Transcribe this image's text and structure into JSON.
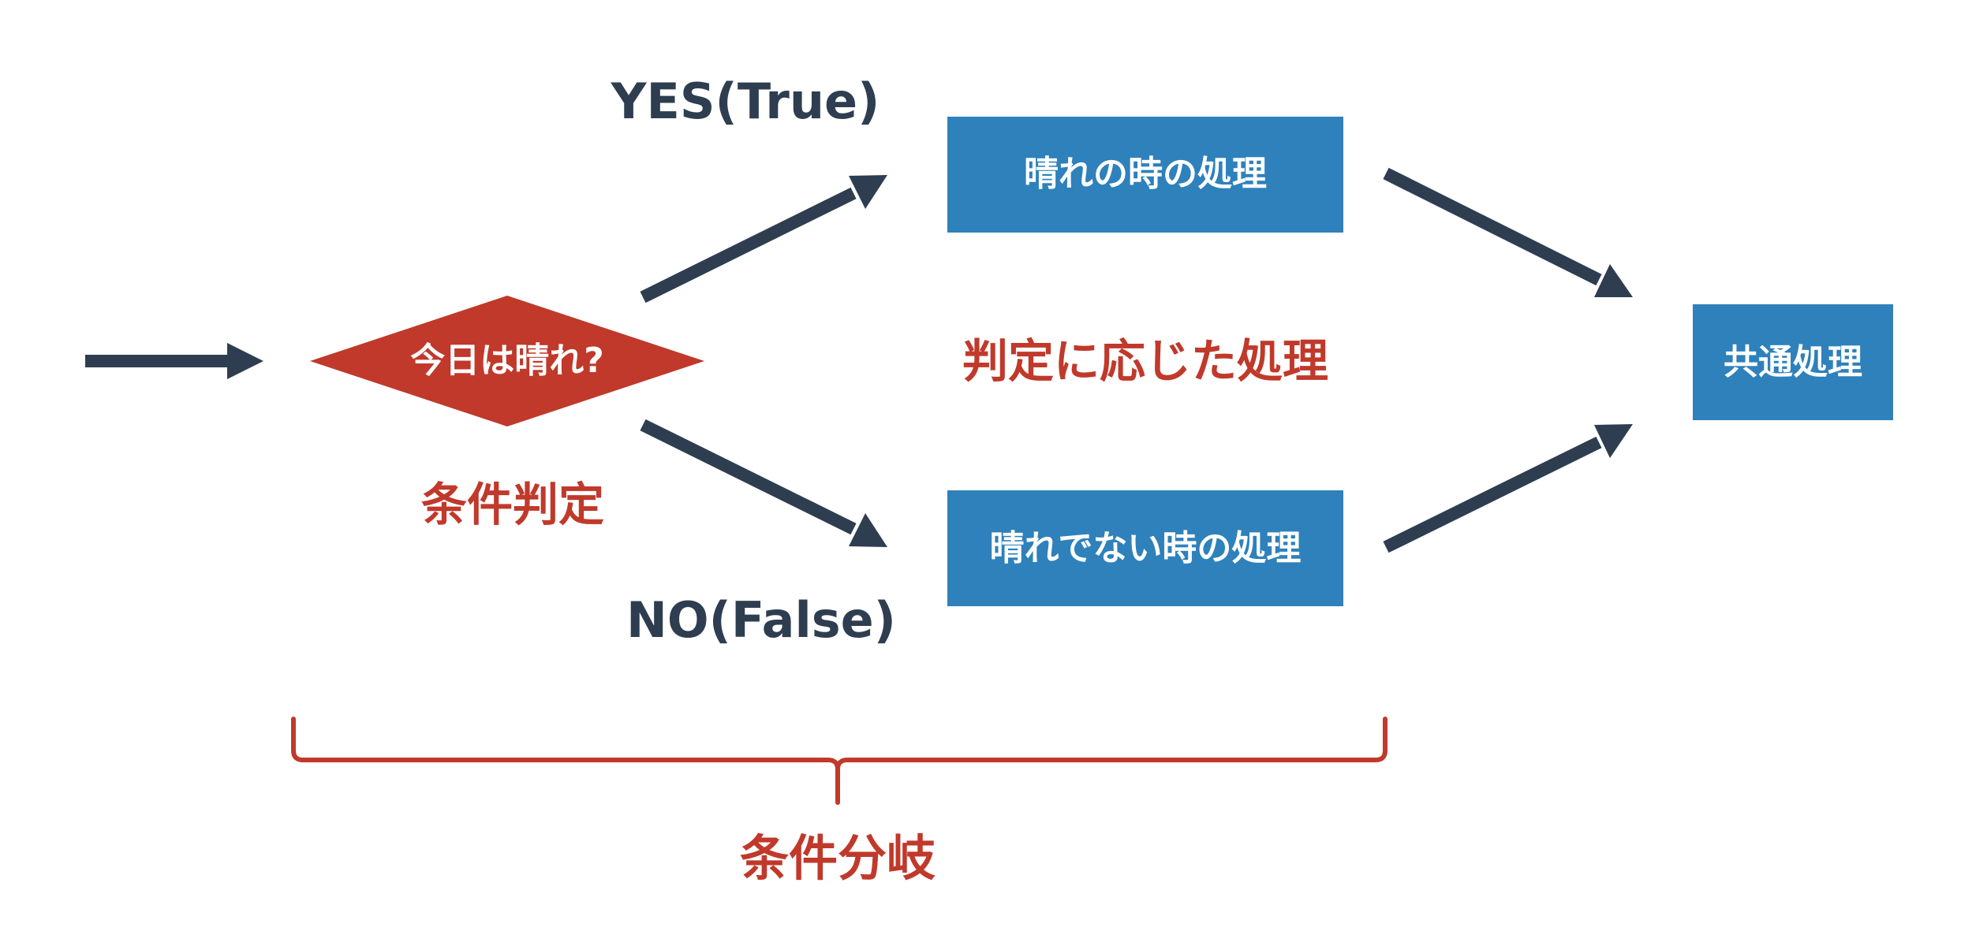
{
  "colors": {
    "arrow": "#2e3e50",
    "accent_red": "#c0392b",
    "box_blue": "#2e81bb",
    "label_dark": "#2e3e50",
    "box_text": "#ffffff"
  },
  "decision": {
    "label": "今日は晴れ?",
    "caption": "条件判定"
  },
  "branches": {
    "yes_label": "YES(True)",
    "no_label": "NO(False)"
  },
  "boxes": {
    "sunny": "晴れの時の処理",
    "not_sunny": "晴れでない時の処理",
    "common": "共通処理"
  },
  "middle_caption": "判定に応じた処理",
  "brace_caption": "条件分岐"
}
